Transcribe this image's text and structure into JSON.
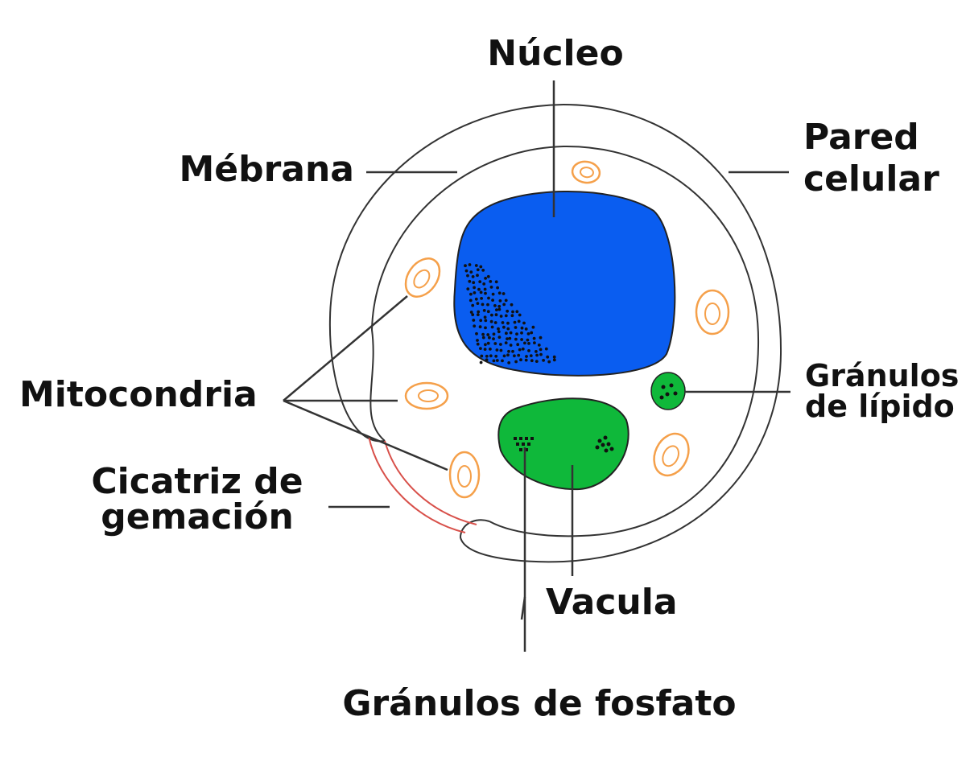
{
  "labels": {
    "nucleus": "Núcleo",
    "membrane": "Mébrana",
    "cell_wall_line1": "Pared",
    "cell_wall_line2": "celular",
    "mitochondria": "Mitocondria",
    "lipid_line1": "Gránulos",
    "lipid_line2": "de lípido",
    "bud_scar_line1": "Cicatriz de",
    "bud_scar_line2": "gemación",
    "vacuole": "Vacula",
    "phosphate": "Gránulos de fosfato"
  },
  "colors": {
    "nucleus": "#0a5df0",
    "vacuole": "#0fb83a",
    "lipid": "#0fb83a",
    "mitochondria": "#f5a04a",
    "bud_scar": "#d8504a",
    "outline": "#333333",
    "text": "#111111"
  }
}
